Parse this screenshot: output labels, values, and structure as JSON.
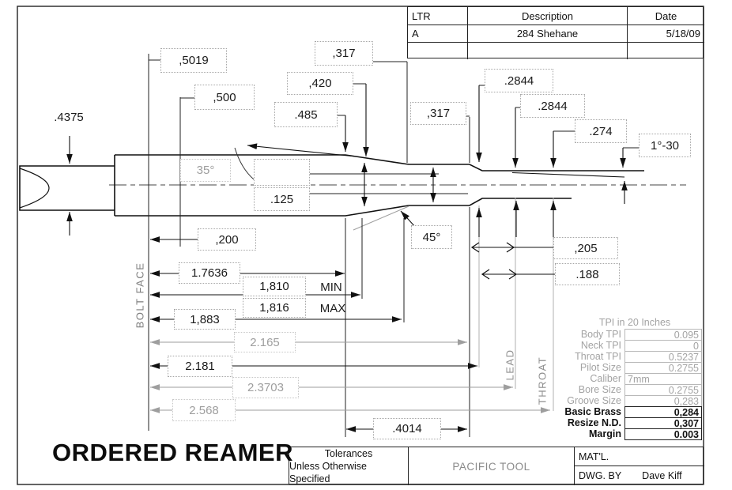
{
  "title": {
    "text": "ORDERED REAMER"
  },
  "colors": {
    "line": "#111111",
    "muted_line": "#9e9e9e",
    "dim_box_border": "#a6a6a6"
  },
  "revision_table": {
    "headers": [
      "LTR",
      "Description",
      "Date"
    ],
    "rows": [
      {
        "ltr": "A",
        "description": "284 Shehane",
        "date": "5/18/09"
      }
    ]
  },
  "dims": {
    "d4375": ".4375",
    "d5019": ",5019",
    "d500": ",500",
    "d485": ".485",
    "d420": ",420",
    "d317a": ",317",
    "d317b": ",317",
    "d2844a": ".2844",
    "d2844b": ".2844",
    "d274": ".274",
    "taper": "1°-30",
    "a35": "35°",
    "a45": "45°",
    "d125": ".125",
    "d200": ",200",
    "d205": ",205",
    "d188": ".188",
    "d17636": "1.7636",
    "d1810": "1,810",
    "min": "MIN",
    "d1816": "1,816",
    "max": "MAX",
    "d1883": "1,883",
    "d2165": "2.165",
    "d2181": "2.181",
    "d23703": "2.3703",
    "d2568": "2.568",
    "d4014": ".4014"
  },
  "vertical_labels": {
    "bolt_face": "BOLT FACE",
    "lead": "LEAD",
    "throat": "THROAT"
  },
  "spec_table": {
    "header": "TPI in 20 Inches",
    "rows": [
      {
        "label": "Body TPI",
        "value": "0.095"
      },
      {
        "label": "Neck TPI",
        "value": "0"
      },
      {
        "label": "Throat TPI",
        "value": "0.5237"
      },
      {
        "label": "Pilot Size",
        "value": "0.2755"
      },
      {
        "label": "Caliber",
        "value": "7mm"
      },
      {
        "label": "Bore Size",
        "value": "0.2755"
      },
      {
        "label": "Groove Size",
        "value": "0,283"
      },
      {
        "label": "Basic Brass",
        "value": "0,284"
      },
      {
        "label": "Resize N.D.",
        "value": "0,307"
      },
      {
        "label": "Margin",
        "value": "0.003"
      }
    ]
  },
  "title_block": {
    "tolerances_line1": "Tolerances",
    "tolerances_line2": "Unless Otherwise Specified",
    "company": "PACIFIC TOOL",
    "matl_label": "MAT'L.",
    "dwg_by_label": "DWG. BY",
    "dwg_by_value": "Dave Kiff"
  }
}
